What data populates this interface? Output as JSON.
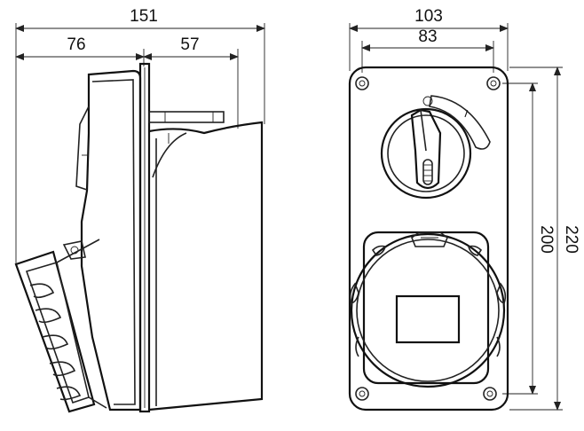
{
  "side_view": {
    "dims": {
      "overall_depth": "151",
      "front_depth": "76",
      "rear_depth": "57"
    }
  },
  "front_view": {
    "dims": {
      "overall_width": "103",
      "inner_width": "83",
      "inner_height": "200",
      "overall_height": "220"
    },
    "switch_mark": "I"
  }
}
